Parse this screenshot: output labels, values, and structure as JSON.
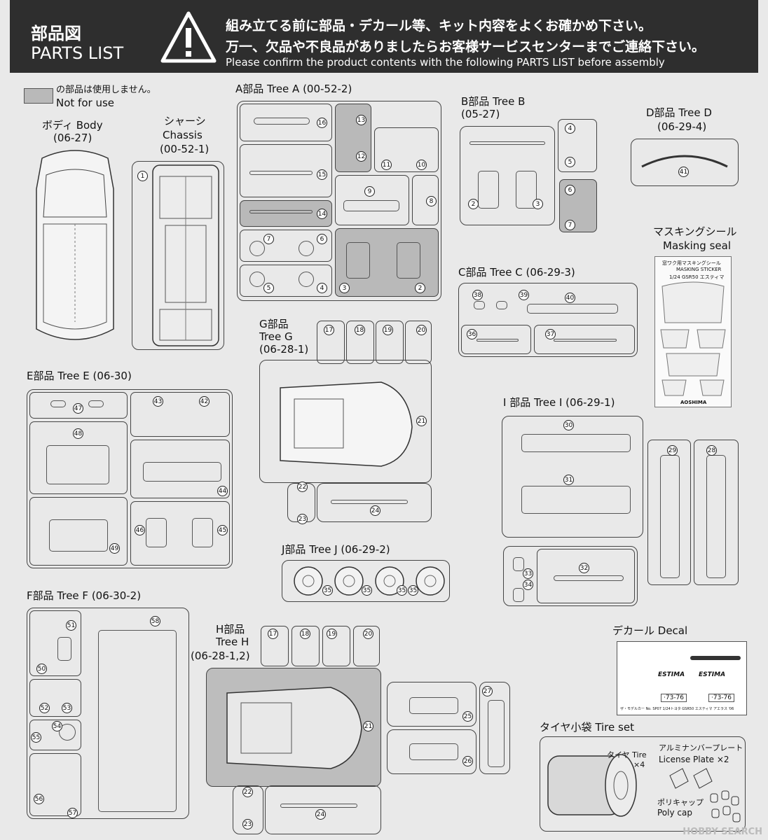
{
  "header": {
    "title_ja": "部品図",
    "title_en": "PARTS LIST",
    "notice_line1": "組み立てる前に部品・デカール等、キット内容をよくお確かめ下さい。",
    "notice_line2": "万一、欠品や不良品がありましたらお客様サービスセンターまでご連絡下さい。",
    "notice_line3": "Please confirm the product contents with the following PARTS LIST before assembly",
    "icon": "warning-triangle-icon"
  },
  "legend": {
    "ja": "の部品は使用しません。",
    "en": "Not for use",
    "swatch_color": "#b9b9b9"
  },
  "body": {
    "ja": "ボディ Body",
    "code": "(06-27)"
  },
  "chassis": {
    "ja": "シャーシ",
    "en": "Chassis",
    "code": "(00-52-1)",
    "part": "1"
  },
  "tree_a": {
    "title": "A部品 Tree A (00-52-2)",
    "parts": [
      "16",
      "13",
      "12",
      "11",
      "10",
      "15",
      "9",
      "8",
      "14",
      "7",
      "6",
      "3",
      "2",
      "5",
      "4"
    ]
  },
  "tree_b": {
    "title": "B部品 Tree B",
    "code": "(05-27)",
    "parts": [
      "4",
      "5",
      "6",
      "7",
      "2",
      "3"
    ]
  },
  "tree_c": {
    "title": "C部品 Tree C (06-29-3)",
    "parts": [
      "38",
      "39",
      "40",
      "36",
      "37"
    ]
  },
  "tree_d": {
    "title": "D部品 Tree D",
    "code": "(06-29-4)",
    "parts": [
      "41"
    ]
  },
  "tree_e": {
    "title": "E部品 Tree E (06-30)",
    "parts": [
      "47",
      "43",
      "42",
      "48",
      "44",
      "46",
      "45",
      "49"
    ]
  },
  "tree_f": {
    "title": "F部品 Tree F (06-30-2)",
    "parts": [
      "51",
      "58",
      "50",
      "52",
      "53",
      "54",
      "55",
      "56",
      "57"
    ]
  },
  "tree_g": {
    "title": "G部品",
    "title2": "Tree G",
    "code": "(06-28-1)",
    "parts": [
      "17",
      "18",
      "19",
      "20",
      "21",
      "22",
      "23",
      "24"
    ]
  },
  "tree_h": {
    "title": "H部品",
    "title2": "Tree H",
    "code": "(06-28-1,2)",
    "parts": [
      "17",
      "18",
      "19",
      "20",
      "21",
      "27",
      "25",
      "26",
      "22",
      "23",
      "24"
    ]
  },
  "tree_i": {
    "title": "I 部品 Tree I (06-29-1)",
    "parts": [
      "30",
      "31",
      "29",
      "28",
      "32",
      "33",
      "34"
    ]
  },
  "tree_j": {
    "title": "J部品 Tree J (06-29-2)",
    "parts": [
      "35",
      "35",
      "35",
      "35"
    ]
  },
  "masking": {
    "title_ja": "マスキングシール",
    "title_en": "Masking seal",
    "card_title": "窓ワク用マスキングシール",
    "card_sub": "MASKING STICKER",
    "card_model": "1/24 GSR50 エスティマ",
    "brand": "AOSHIMA"
  },
  "decal": {
    "title": "デカール Decal",
    "logo1": "ESTIMA",
    "logo2": "ESTIMA",
    "plate1": "·73-76",
    "plate2": "·73-76",
    "footer": "ザ・モデルカー No. SP07  1/24トヨタ GSR50 エスティマ アエラス '06"
  },
  "tire_set": {
    "title": "タイヤ小袋  Tire set",
    "tire_ja": "タイヤ Tire",
    "tire_qty": "×4",
    "plate_ja": "アルミナンバープレート",
    "plate_en": "License Plate  ×2",
    "cap_ja": "ポリキャップ",
    "cap_en": "Poly cap"
  },
  "watermark": "HOBBY SEARCH"
}
